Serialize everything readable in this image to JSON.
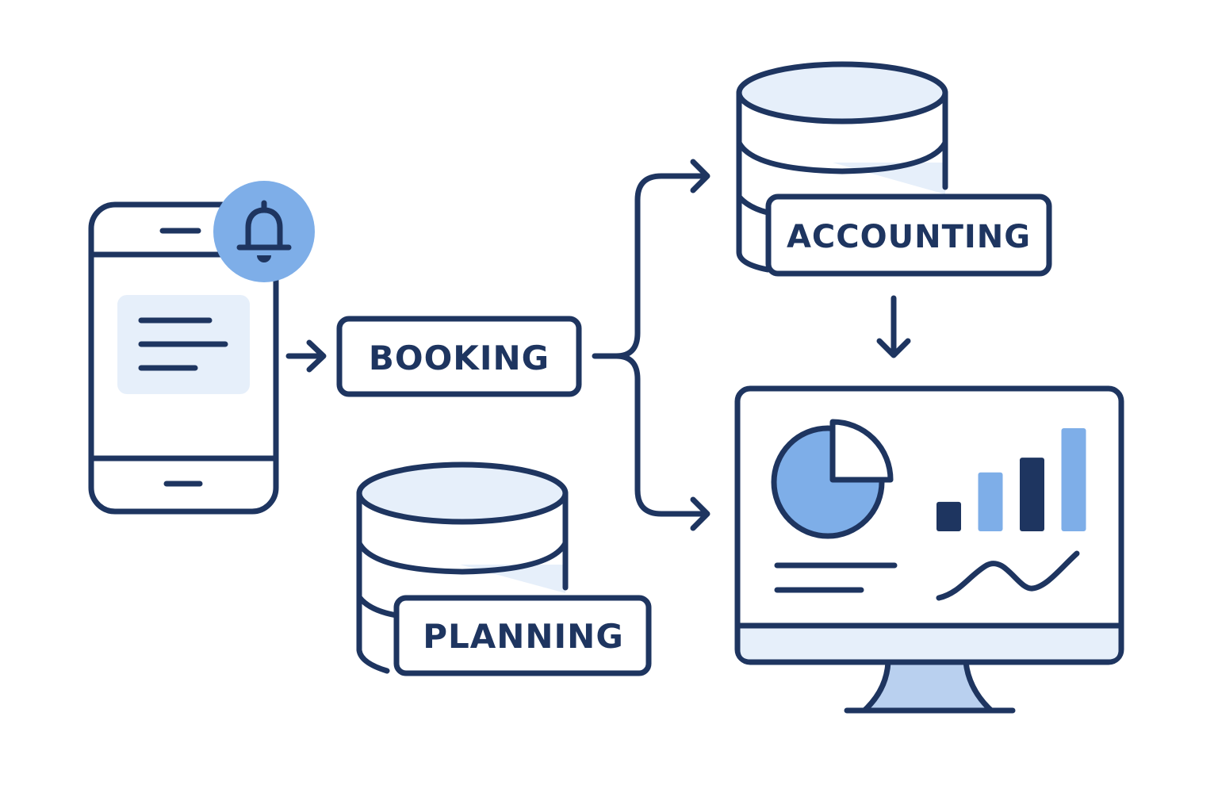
{
  "colors": {
    "stroke": "#1e3560",
    "accent": "#7eaee8",
    "light_fill": "#e6effa",
    "screen_fill": "#ffffff"
  },
  "labels": {
    "booking": "BOOKING",
    "planning": "PLANNING",
    "accounting": "ACCOUNTING"
  },
  "icons": {
    "phone": "smartphone-icon",
    "notification": "bell-icon",
    "database": "database-icon",
    "dashboard": "monitor-dashboard-icon"
  },
  "flow": [
    {
      "from": "smartphone",
      "to": "booking"
    },
    {
      "from": "booking",
      "to": "accounting"
    },
    {
      "from": "booking",
      "to": "dashboard"
    },
    {
      "from": "accounting",
      "to": "dashboard"
    }
  ],
  "dashboard": {
    "pie_slice_fraction": 0.25,
    "bars": [
      {
        "value": 2,
        "color": "#1e3560"
      },
      {
        "value": 4,
        "color": "#7eaee8"
      },
      {
        "value": 5,
        "color": "#1e3560"
      },
      {
        "value": 7,
        "color": "#7eaee8"
      }
    ]
  }
}
